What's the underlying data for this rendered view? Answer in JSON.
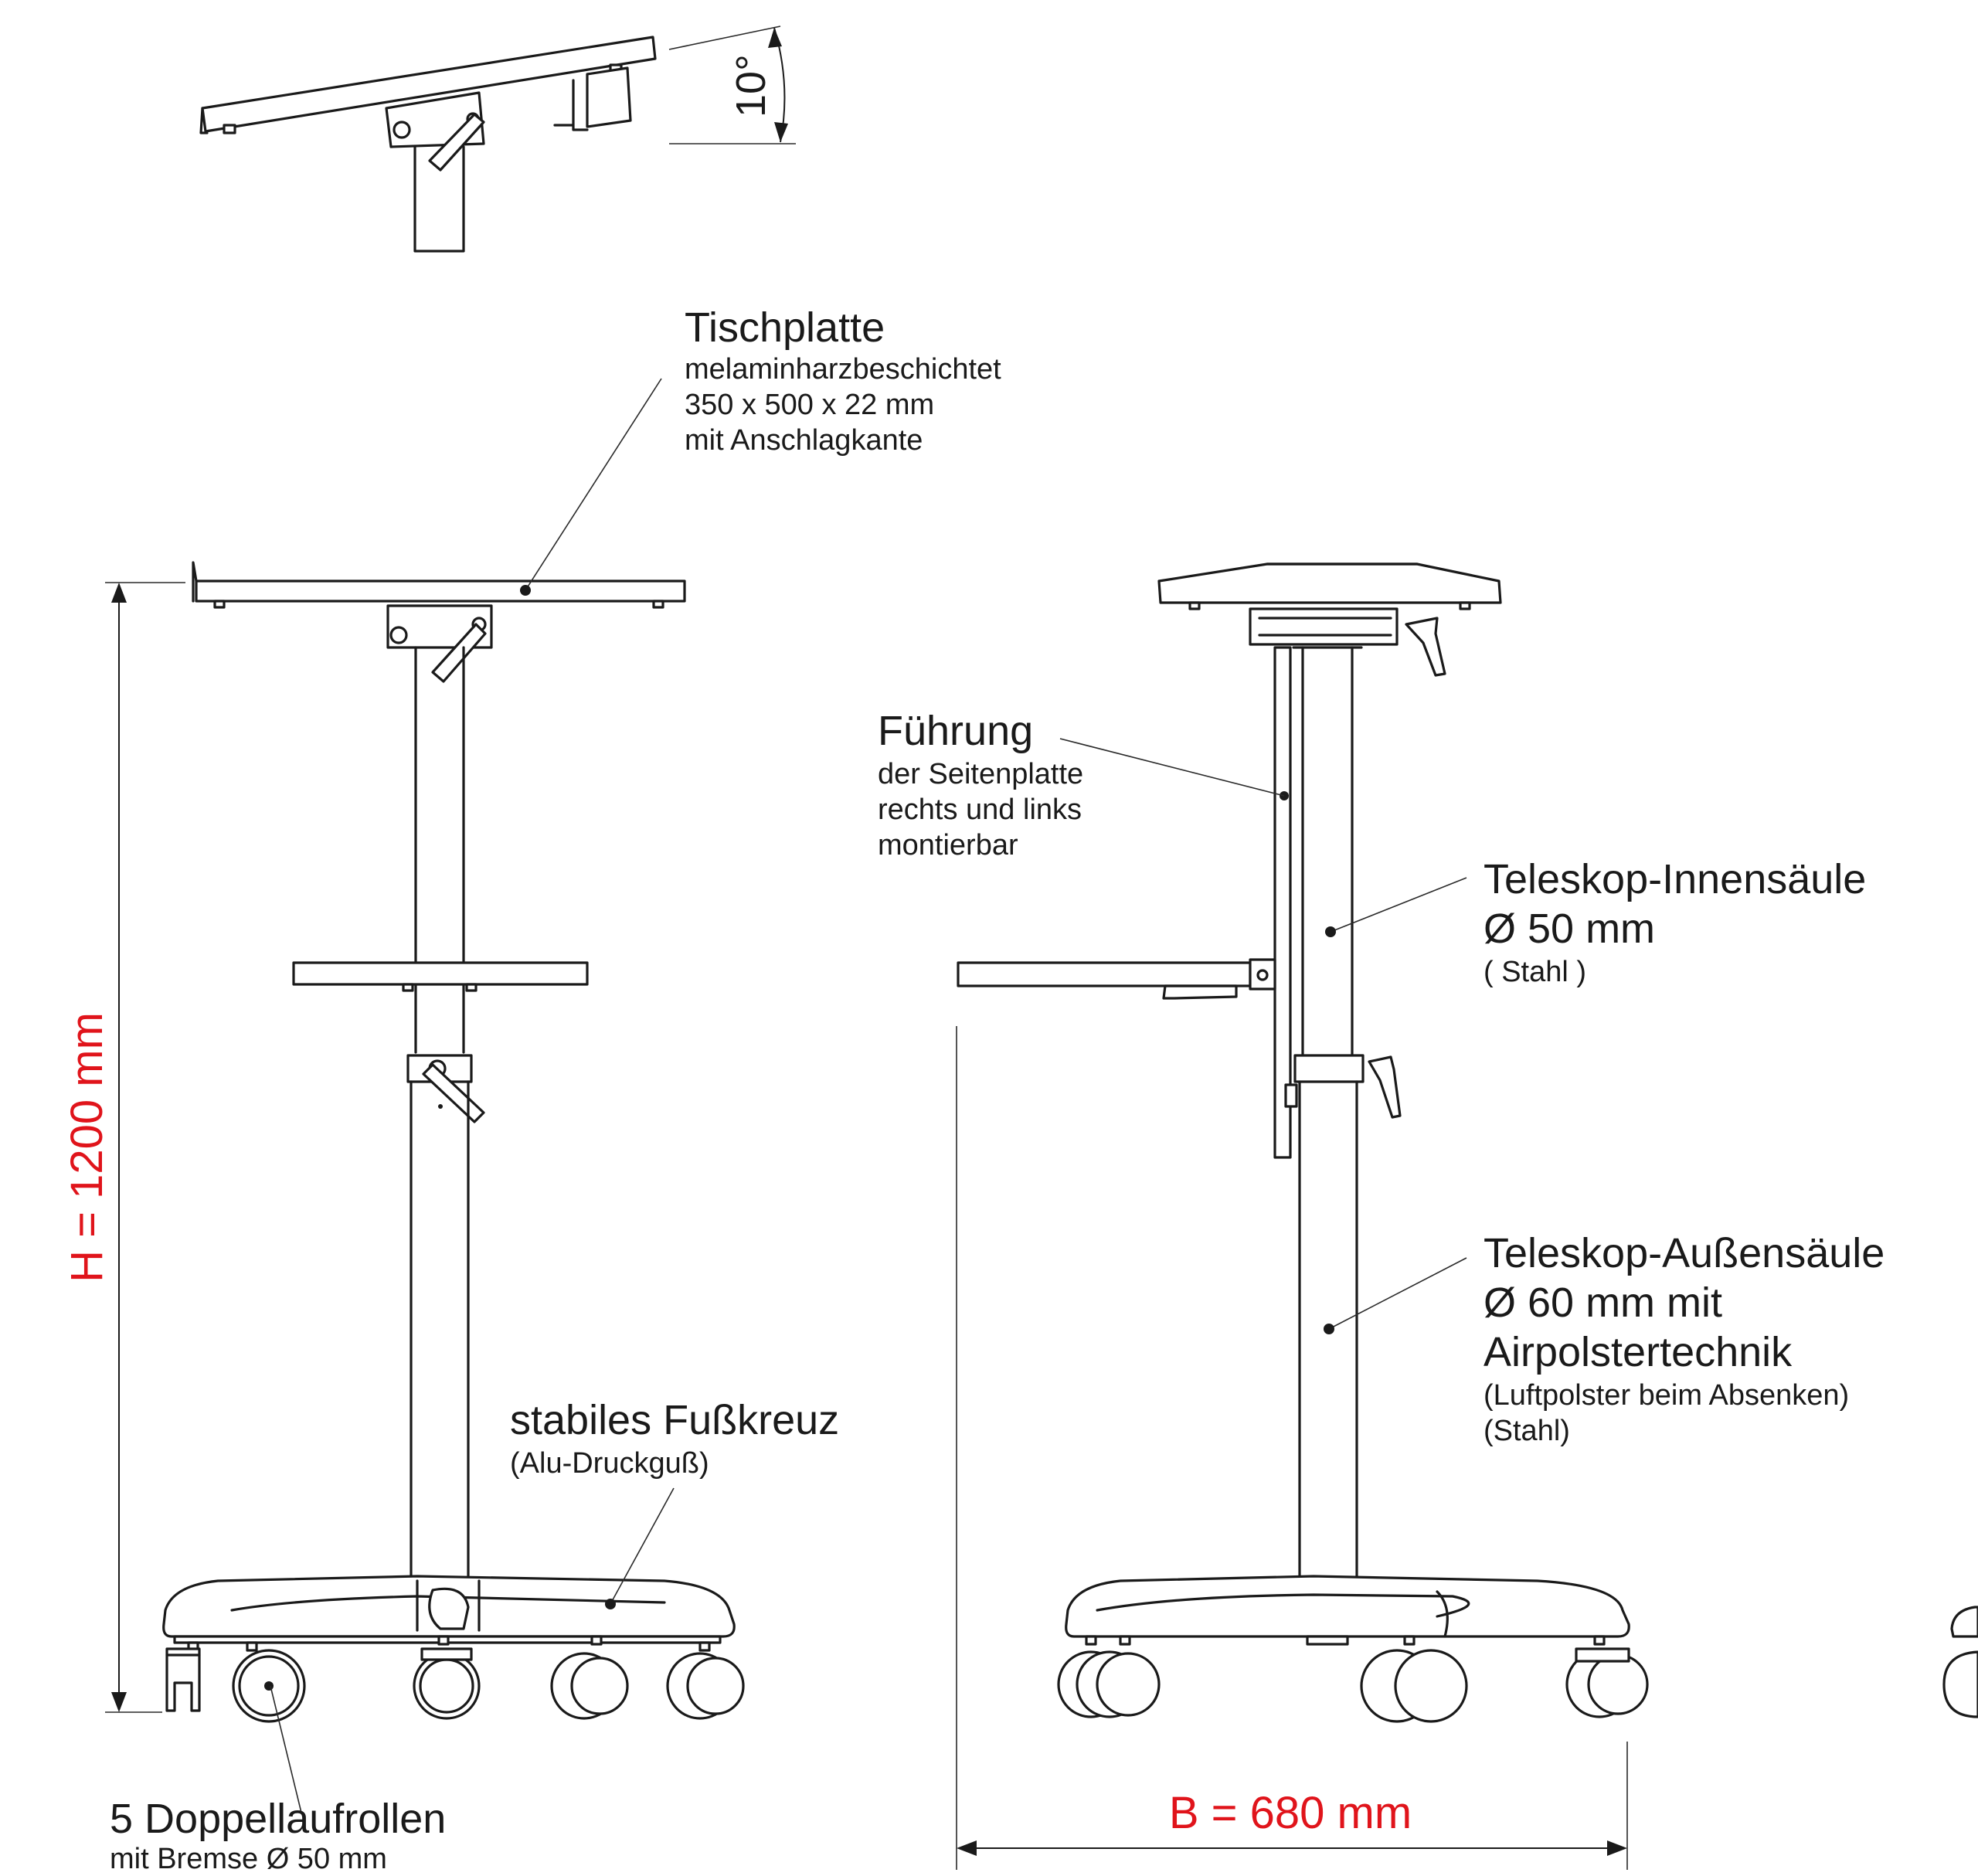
{
  "angle_label": "10°",
  "labels": {
    "tischplatte": {
      "title": "Tischplatte",
      "line1": "melaminharzbeschichtet",
      "line2": "350 x 500 x 22 mm",
      "line3": "mit Anschlagkante"
    },
    "fuehrung": {
      "title": "Führung",
      "line1": "der Seitenplatte",
      "line2": "rechts und links",
      "line3": "montierbar"
    },
    "innensaeule": {
      "title": "Teleskop-Innensäule",
      "line1": "Ø 50 mm",
      "note": "( Stahl )"
    },
    "aussensaeule": {
      "title": "Teleskop-Außensäule",
      "line1": "Ø 60 mm mit",
      "line2": "Airpolstertechnik",
      "note1": "(Luftpolster beim Absenken)",
      "note2": "(Stahl)"
    },
    "fusskreuz": {
      "title": "stabiles Fußkreuz",
      "note": "(Alu-Druckguß)"
    },
    "rollen": {
      "title": "5 Doppellaufrollen",
      "note": "mit Bremse Ø 50 mm"
    }
  },
  "dimensions": {
    "height": "H = 1200 mm",
    "width": "B = 680 mm",
    "color": "#e0141b"
  }
}
